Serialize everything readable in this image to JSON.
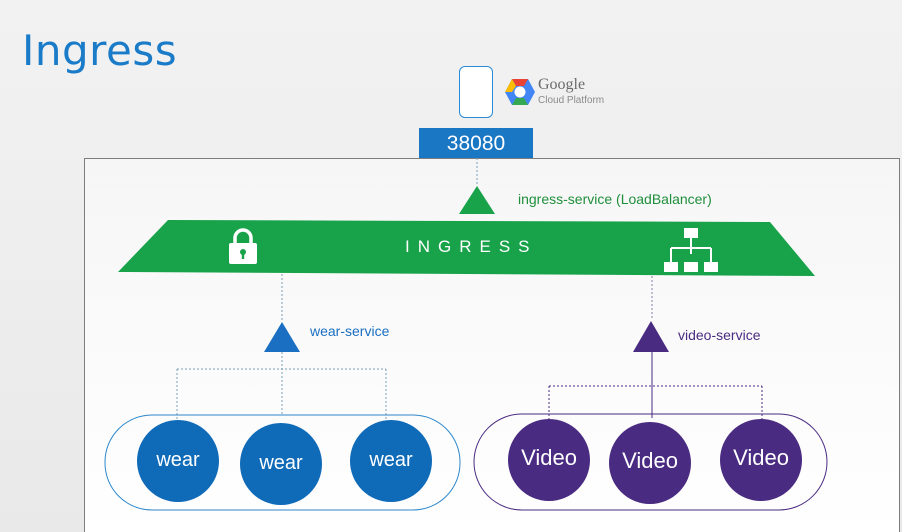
{
  "title": "Ingress",
  "port": "38080",
  "gcp": {
    "name": "Google",
    "subtitle": "Cloud Platform"
  },
  "ingress": {
    "label": "INGRESS",
    "service_label": "ingress-service (LoadBalancer)"
  },
  "services": {
    "wear": {
      "label": "wear-service"
    },
    "video": {
      "label": "video-service"
    }
  },
  "pods": {
    "wear": [
      "wear",
      "wear",
      "wear"
    ],
    "video": [
      "Video",
      "Video",
      "Video"
    ]
  },
  "colors": {
    "title": "#1a7bc8",
    "port_box": "#1a77c4",
    "ingress_green": "#18a24a",
    "ingress_text": "#1f8f3c",
    "wear_blue": "#0f6ab8",
    "wear_service": "#1a6fc2",
    "video_purple": "#4a2b82"
  },
  "icons": [
    "lock-icon",
    "hierarchy-icon",
    "google-cloud-logo"
  ]
}
